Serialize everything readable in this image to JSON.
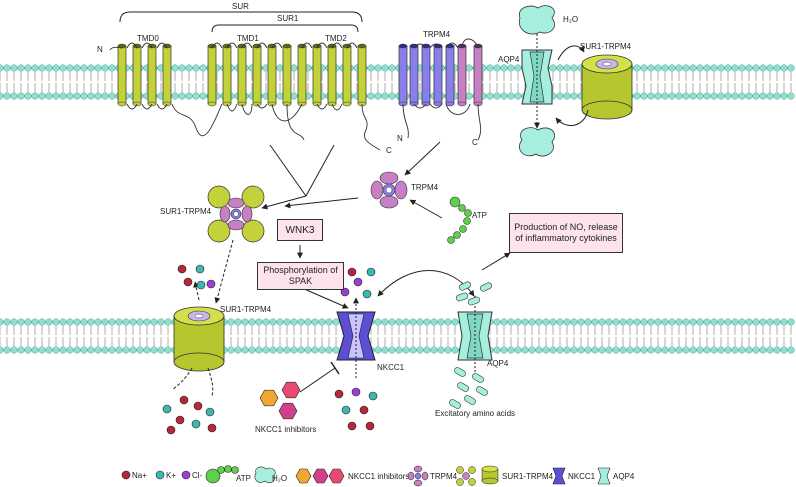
{
  "top": {
    "sur_label": "SUR",
    "sur1_label": "SUR1",
    "tmd0_label": "TMD0",
    "tmd1_label": "TMD1",
    "tmd2_label": "TMD2",
    "trpm4_label": "TRPM4",
    "aqp4_label": "AQP4",
    "sur1_trpm4_label": "SUR1-TRPM4",
    "h2o_label": "H₂O",
    "n_label": "N",
    "c_label": "C"
  },
  "middle": {
    "trpm4_label": "TRPM4",
    "sur1_trpm4_label": "SUR1-TRPM4",
    "atp_label": "ATP"
  },
  "boxes": {
    "wnk3": "WNK3",
    "spak": "Phosphorylation of SPAK",
    "no": "Production of NO, release of inflammatory cytokines"
  },
  "bottom": {
    "sur1_trpm4_label": "SUR1-TRPM4",
    "nkcc1_label": "NKCC1",
    "aqp4_label": "AQP4",
    "excitatory_label": "Excitatory amino acids",
    "inhibitors_label": "NKCC1 inhibitors"
  },
  "legend": {
    "na": "Na+",
    "k": "K+",
    "cl": "Cl-",
    "atp": "ATP",
    "h2o": "H₂O",
    "inhibitors": "NKCC1 inhibitors",
    "trpm4": "TRPM4",
    "sur1_trpm4": "SUR1-TRPM4",
    "nkcc1": "NKCC1",
    "aqp4": "AQP4"
  },
  "colors": {
    "membrane_head": "#8fe0cf",
    "sur_helix": "#c3d23a",
    "trpm4_helix": "#8a7fe8",
    "trpm4_pink": "#c77fc5",
    "aqp4": "#a6eede",
    "nkcc1": "#5b4fd6",
    "na": "#b7273a",
    "k": "#3fb6b0",
    "cl": "#9a3fd1",
    "atp": "#5ed14a",
    "inhibitor_orange": "#f0a830",
    "inhibitor_pink": "#d23f8c",
    "box_fill": "#fde4ea"
  }
}
